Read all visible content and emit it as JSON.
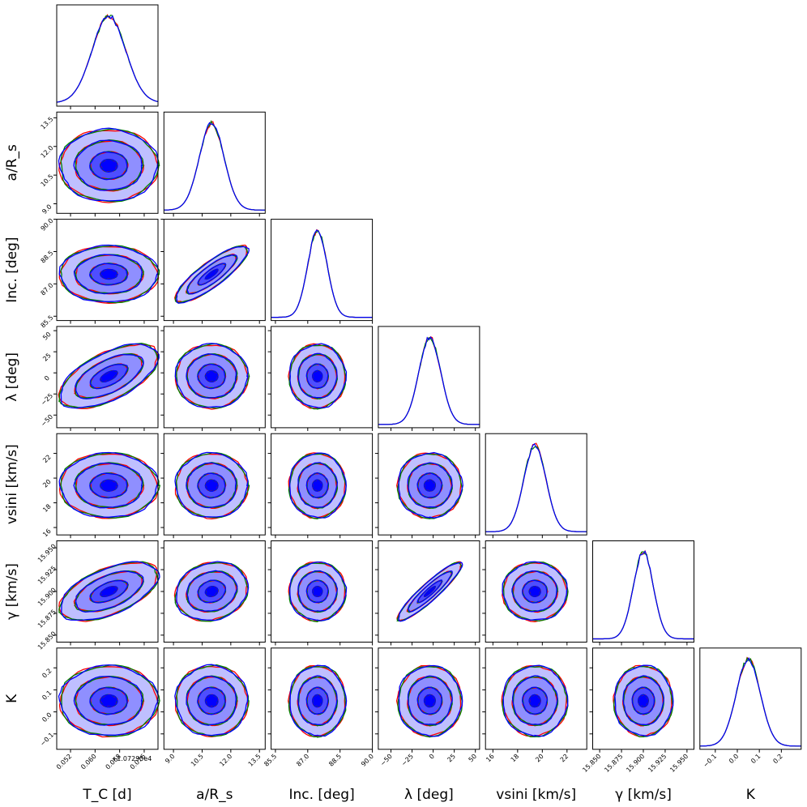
{
  "chart_data": {
    "type": "corner",
    "series": [
      {
        "name": "",
        "color": "#ff0000"
      },
      {
        "name": "",
        "color": "#008000"
      },
      {
        "name": "",
        "color": "#0000ff"
      }
    ],
    "contour_fill_color": "#0000ff",
    "grid": false,
    "parameters": [
      {
        "label": "T_C [d]",
        "mean": 0.0645,
        "sigma": 0.0055,
        "range": [
          0.0475,
          0.0805
        ],
        "ticks": [
          0.052,
          0.06,
          0.068,
          0.076
        ],
        "tick_labels": [
          "0.052",
          "0.060",
          "0.068",
          "0.076"
        ],
        "offset_text": "+1.07295e4"
      },
      {
        "label": "a/R_s",
        "mean": 11.0,
        "sigma": 0.65,
        "range": [
          8.5,
          13.8
        ],
        "ticks": [
          9.0,
          10.5,
          12.0,
          13.5
        ],
        "tick_labels": [
          "9.0",
          "10.5",
          "12.0",
          "13.5"
        ]
      },
      {
        "label": "Inc. [deg]",
        "mean": 87.45,
        "sigma": 0.45,
        "range": [
          85.3,
          90.0
        ],
        "ticks": [
          85.5,
          87.0,
          88.5,
          90.0
        ],
        "tick_labels": [
          "85.5",
          "87.0",
          "88.5",
          "90.0"
        ]
      },
      {
        "label": "λ [deg]",
        "mean": -4,
        "sigma": 13,
        "range": [
          -65,
          55
        ],
        "ticks": [
          -50,
          -25,
          0,
          25,
          50
        ],
        "tick_labels": [
          "−50",
          "−25",
          "0",
          "25",
          "50"
        ]
      },
      {
        "label": "vsini [km/s]",
        "mean": 19.4,
        "sigma": 0.9,
        "range": [
          15.4,
          23.6
        ],
        "ticks": [
          16,
          18,
          20,
          22
        ],
        "tick_labels": [
          "16",
          "18",
          "20",
          "22"
        ]
      },
      {
        "label": "γ [km/s]",
        "mean": 15.9,
        "sigma": 0.0115,
        "range": [
          15.842,
          15.958
        ],
        "ticks": [
          15.85,
          15.875,
          15.9,
          15.925,
          15.95
        ],
        "tick_labels": [
          "15.850",
          "15.875",
          "15.900",
          "15.925",
          "15.950"
        ]
      },
      {
        "label": "K",
        "mean": 0.05,
        "sigma": 0.055,
        "range": [
          -0.17,
          0.29
        ],
        "ticks": [
          -0.1,
          0.0,
          0.1,
          0.2
        ],
        "tick_labels": [
          "−0.1",
          "0.0",
          "0.1",
          "0.2"
        ]
      }
    ],
    "correlations": [
      {
        "pair": [
          "a/R_s",
          "Inc. [deg]"
        ],
        "rho": 0.85
      },
      {
        "pair": [
          "T_C [d]",
          "λ [deg]"
        ],
        "rho": 0.6
      },
      {
        "pair": [
          "T_C [d]",
          "γ [km/s]"
        ],
        "rho": 0.55
      },
      {
        "pair": [
          "λ [deg]",
          "γ [km/s]"
        ],
        "rho": 0.92
      },
      {
        "pair": [
          "a/R_s",
          "γ [km/s]"
        ],
        "rho": 0.15
      }
    ]
  }
}
